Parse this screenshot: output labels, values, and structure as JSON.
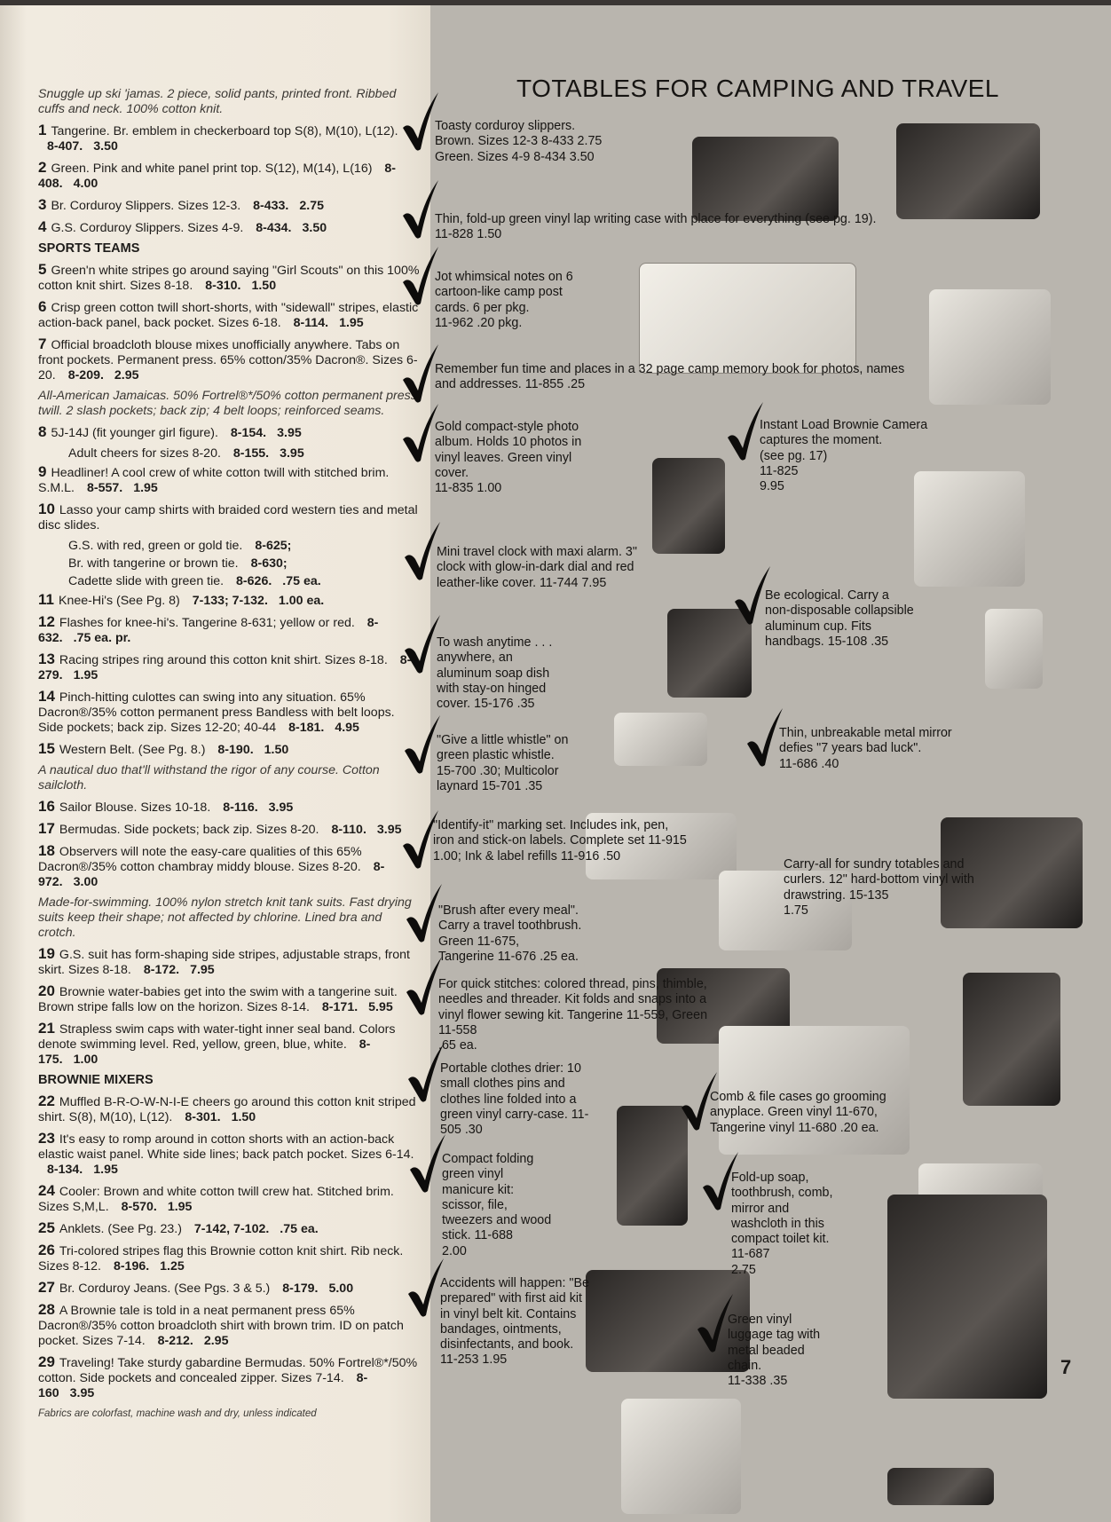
{
  "left": {
    "rows": [
      {
        "t": "note",
        "text": "Snuggle up ski 'jamas. 2 piece, solid pants, printed front. Ribbed cuffs and neck. 100% cotton knit."
      },
      {
        "t": "item",
        "n": "1",
        "text": "Tangerine. Br. emblem in checkerboard top S(8), M(10), L(12).",
        "code": "8-407.",
        "price": "3.50"
      },
      {
        "t": "item",
        "n": "2",
        "text": "Green. Pink and white panel print top. S(12), M(14), L(16)",
        "code": "8-408.",
        "price": "4.00"
      },
      {
        "t": "item",
        "n": "3",
        "text": "Br. Corduroy Slippers. Sizes 12-3.",
        "code": "8-433.",
        "price": "2.75"
      },
      {
        "t": "item",
        "n": "4",
        "text": "G.S. Corduroy Slippers. Sizes 4-9.",
        "code": "8-434.",
        "price": "3.50"
      },
      {
        "t": "sect",
        "text": "SPORTS TEAMS"
      },
      {
        "t": "item",
        "n": "5",
        "text": "Green'n white stripes go around saying \"Girl Scouts\" on this 100% cotton knit shirt. Sizes 8-18.",
        "code": "8-310.",
        "price": "1.50"
      },
      {
        "t": "item",
        "n": "6",
        "text": "Crisp green cotton twill short-shorts, with \"sidewall\" stripes, elastic action-back panel, back pocket. Sizes 6-18.",
        "code": "8-114.",
        "price": "1.95"
      },
      {
        "t": "item",
        "n": "7",
        "text": "Official broadcloth blouse mixes unofficially anywhere. Tabs on front pockets. Permanent press. 65% cotton/35% Dacron®. Sizes 6-20.",
        "code": "8-209.",
        "price": "2.95"
      },
      {
        "t": "note",
        "text": "All-American Jamaicas. 50% Fortrel®*/50% cotton permanent press twill. 2 slash pockets; back zip; 4 belt loops; reinforced seams."
      },
      {
        "t": "item",
        "n": "8",
        "text": "5J-14J (fit younger girl figure).",
        "code": "8-154.",
        "price": "3.95"
      },
      {
        "t": "sub",
        "text": "Adult cheers for sizes 8-20.",
        "code": "8-155.",
        "price": "3.95"
      },
      {
        "t": "item",
        "n": "9",
        "text": "Headliner! A cool crew of white cotton twill with stitched brim. S.M.L.",
        "code": "8-557.",
        "price": "1.95"
      },
      {
        "t": "item",
        "n": "10",
        "text": "Lasso your camp shirts with braided cord western ties and metal disc slides.",
        "code": "",
        "price": ""
      },
      {
        "t": "sub",
        "text": "G.S. with red, green or gold tie.",
        "code": "8-625;",
        "price": ""
      },
      {
        "t": "sub",
        "text": "Br. with tangerine or brown tie.",
        "code": "8-630;",
        "price": ""
      },
      {
        "t": "sub",
        "text": "Cadette slide with green tie.",
        "code": "8-626.",
        "price": ".75 ea."
      },
      {
        "t": "item",
        "n": "11",
        "text": "Knee-Hi's (See Pg. 8)",
        "code": "7-133; 7-132.",
        "price": "1.00 ea."
      },
      {
        "t": "item",
        "n": "12",
        "text": "Flashes for knee-hi's. Tangerine 8-631; yellow or red.",
        "code": "8-632.",
        "price": ".75 ea. pr."
      },
      {
        "t": "item",
        "n": "13",
        "text": "Racing stripes ring around this cotton knit shirt. Sizes 8-18.",
        "code": "8-279.",
        "price": "1.95"
      },
      {
        "t": "item",
        "n": "14",
        "text": "Pinch-hitting culottes can swing into any situation. 65% Dacron®/35% cotton permanent press Bandless with belt loops. Side pockets; back zip. Sizes 12-20; 40-44",
        "code": "8-181.",
        "price": "4.95"
      },
      {
        "t": "item",
        "n": "15",
        "text": "Western Belt. (See Pg. 8.)",
        "code": "8-190.",
        "price": "1.50"
      },
      {
        "t": "note",
        "text": "A nautical duo that'll withstand the rigor of any course. Cotton sailcloth."
      },
      {
        "t": "item",
        "n": "16",
        "text": "Sailor Blouse. Sizes 10-18.",
        "code": "8-116.",
        "price": "3.95"
      },
      {
        "t": "item",
        "n": "17",
        "text": "Bermudas. Side pockets; back zip. Sizes 8-20.",
        "code": "8-110.",
        "price": "3.95"
      },
      {
        "t": "item",
        "n": "18",
        "text": "Observers will note the easy-care qualities of this 65% Dacron®/35% cotton chambray middy blouse. Sizes 8-20.",
        "code": "8-972.",
        "price": "3.00"
      },
      {
        "t": "note",
        "text": "Made-for-swimming. 100% nylon stretch knit tank suits. Fast drying suits keep their shape; not affected by chlorine. Lined bra and crotch."
      },
      {
        "t": "item",
        "n": "19",
        "text": "G.S. suit has form-shaping side stripes, adjustable straps, front skirt. Sizes 8-18.",
        "code": "8-172.",
        "price": "7.95"
      },
      {
        "t": "item",
        "n": "20",
        "text": "Brownie water-babies get into the swim with a tangerine suit. Brown stripe falls low on the horizon. Sizes 8-14.",
        "code": "8-171.",
        "price": "5.95"
      },
      {
        "t": "item",
        "n": "21",
        "text": "Strapless swim caps with water-tight inner seal band. Colors denote swimming level. Red, yellow, green, blue, white.",
        "code": "8-175.",
        "price": "1.00"
      },
      {
        "t": "sect",
        "text": "BROWNIE MIXERS"
      },
      {
        "t": "item",
        "n": "22",
        "text": "Muffled B-R-O-W-N-I-E cheers go around this cotton knit striped shirt. S(8), M(10), L(12).",
        "code": "8-301.",
        "price": "1.50"
      },
      {
        "t": "item",
        "n": "23",
        "text": "It's easy to romp around in cotton shorts with an action-back elastic waist panel. White side lines; back patch pocket. Sizes 6-14.",
        "code": "8-134.",
        "price": "1.95"
      },
      {
        "t": "item",
        "n": "24",
        "text": "Cooler: Brown and white cotton twill crew hat. Stitched brim. Sizes S,M,L.",
        "code": "8-570.",
        "price": "1.95"
      },
      {
        "t": "item",
        "n": "25",
        "text": "Anklets. (See Pg. 23.)",
        "code": "7-142, 7-102.",
        "price": ".75 ea."
      },
      {
        "t": "item",
        "n": "26",
        "text": "Tri-colored stripes flag this Brownie cotton knit shirt. Rib neck. Sizes 8-12.",
        "code": "8-196.",
        "price": "1.25"
      },
      {
        "t": "item",
        "n": "27",
        "text": "Br. Corduroy Jeans. (See Pgs. 3 & 5.)",
        "code": "8-179.",
        "price": "5.00"
      },
      {
        "t": "item",
        "n": "28",
        "text": "A Brownie tale is told in a neat permanent press 65% Dacron®/35% cotton broadcloth shirt with brown trim. ID on patch pocket. Sizes 7-14.",
        "code": "8-212.",
        "price": "2.95"
      },
      {
        "t": "item",
        "n": "29",
        "text": "Traveling! Take sturdy gabardine Bermudas. 50% Fortrel®*/50% cotton. Side pockets and concealed zipper. Sizes 7-14.",
        "code": "8-160",
        "price": "3.95"
      },
      {
        "t": "foot",
        "text": "Fabrics are colorfast, machine wash and dry, unless indicated"
      }
    ]
  },
  "right": {
    "title": "TOTABLES FOR CAMPING AND TRAVEL",
    "blocks": [
      "Toasty corduroy slippers.\nBrown. Sizes 12-3 8-433  2.75\nGreen. Sizes 4-9  8-434  3.50",
      "Thin, fold-up green vinyl lap writing case with place for everything (see pg. 19).\n11-828  1.50",
      "Jot whimsical notes on 6 cartoon-like camp post cards. 6 per pkg.\n11-962  .20 pkg.",
      "Remember fun time and places in a 32 page camp memory book for photos, names and addresses. 11-855  .25",
      "Gold compact-style photo album. Holds 10 photos in vinyl leaves. Green vinyl cover.\n11-835  1.00",
      "Instant Load Brownie Camera captures the moment.\n(see pg. 17)\n11-825\n9.95",
      "Mini travel clock with maxi alarm. 3\" clock with glow-in-dark dial and red leather-like cover. 11-744  7.95",
      "Be ecological. Carry a non-disposable collapsible aluminum cup. Fits handbags. 15-108  .35",
      "To wash anytime . . . anywhere, an aluminum soap dish with stay-on hinged cover. 15-176  .35",
      "\"Give a little whistle\" on green plastic whistle. 15-700  .30; Multicolor laynard 15-701  .35",
      "Thin, unbreakable metal mirror defies \"7 years bad luck\".\n11-686  .40",
      "\"Identify-it\" marking set. Includes ink, pen, iron and stick-on labels. Complete set 11-915  1.00;  Ink & label refills 11-916  .50",
      "Carry-all for sundry totables and curlers. 12\" hard-bottom vinyl with drawstring. 15-135\n1.75",
      "\"Brush after every meal\". Carry a travel toothbrush. Green 11-675,\nTangerine 11-676  .25 ea.",
      "For quick stitches: colored thread, pins, thimble, needles and threader. Kit folds and snaps into a vinyl flower sewing kit. Tangerine 11-559, Green 11-558\n.65 ea.",
      "Portable clothes drier: 10 small clothes pins and clothes line folded into a green vinyl carry-case. 11-505  .30",
      "Comb & file cases go grooming anyplace. Green vinyl 11-670, Tangerine vinyl 11-680  .20 ea.",
      "Compact folding green vinyl manicure kit: scissor, file, tweezers and wood stick. 11-688\n2.00",
      "Fold-up soap, toothbrush, comb, mirror and washcloth in this compact toilet kit. 11-687\n2.75",
      "Accidents will happen: \"Be prepared\" with first aid kit in vinyl belt kit. Contains bandages, ointments, disinfectants, and book. 11-253  1.95",
      "Green vinyl luggage tag with metal beaded chain.\n11-338  .35"
    ]
  },
  "page_number": "7"
}
